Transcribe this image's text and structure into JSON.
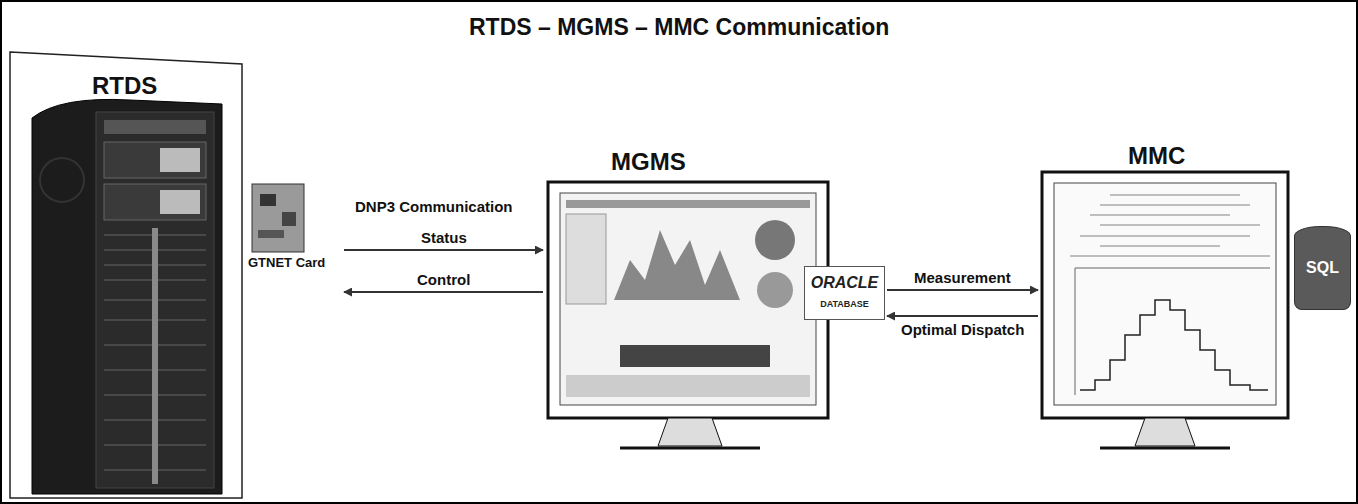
{
  "diagram": {
    "title": "RTDS – MGMS – MMC Communication",
    "nodes": [
      {
        "text": [
          "RTDS"
        ]
      },
      {
        "text": [
          "GTNET Card"
        ]
      },
      {
        "text": [
          "MGMS"
        ]
      },
      {
        "text": [
          "ORACLE",
          "DATABASE"
        ]
      },
      {
        "text": [
          "MMC"
        ]
      },
      {
        "text": [
          "SQL"
        ]
      }
    ],
    "edges": [
      {
        "from": 1,
        "to": 2,
        "arrow": "to",
        "label": "Status"
      },
      {
        "from": 2,
        "to": 1,
        "arrow": "to",
        "label": "Control"
      },
      {
        "from": 3,
        "to": 4,
        "arrow": "to",
        "label": "Measurement"
      },
      {
        "from": 4,
        "to": 3,
        "arrow": "to",
        "label": "Optimal Dispatch"
      }
    ],
    "labels": [
      "DNP3 Communication"
    ]
  }
}
